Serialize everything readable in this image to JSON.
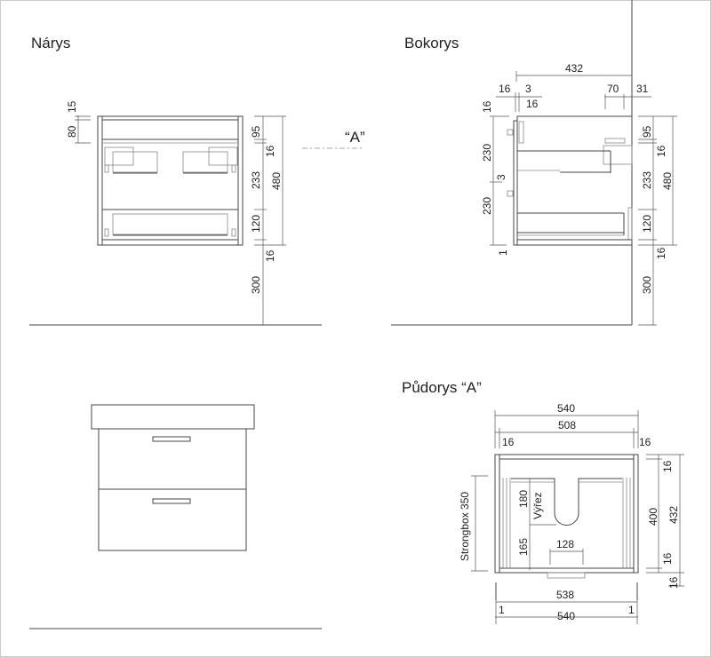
{
  "views": {
    "front": {
      "title": "Nárys",
      "section_marker": "“A”",
      "dims": {
        "top15": "15",
        "top80": "80",
        "d95": "95",
        "d16a": "16",
        "d233": "233",
        "d120": "120",
        "d16b": "16",
        "d480": "480",
        "d300": "300"
      }
    },
    "side": {
      "title": "Bokorys",
      "dims": {
        "d432": "432",
        "d16l": "16",
        "d3": "3",
        "d16r": "16",
        "d70": "70",
        "d31": "31",
        "d16top": "16",
        "d230a": "230",
        "d3b": "3",
        "d230b": "230",
        "d1": "1",
        "d95": "95",
        "d16a": "16",
        "d233": "233",
        "d120": "120",
        "d16b": "16",
        "d480": "480",
        "d300": "300"
      }
    },
    "plan": {
      "title": "Půdorys “A”",
      "dims": {
        "d540top": "540",
        "d508": "508",
        "d16l": "16",
        "d16r": "16",
        "d16a": "16",
        "d400": "400",
        "d16b": "16",
        "d432": "432",
        "d16c": "16",
        "strongbox": "Strongbox 350",
        "d180": "180",
        "cutout": "Výřez",
        "d165": "165",
        "d128": "128",
        "d538": "538",
        "d1l": "1",
        "d1r": "1",
        "d540bot": "540"
      }
    }
  }
}
